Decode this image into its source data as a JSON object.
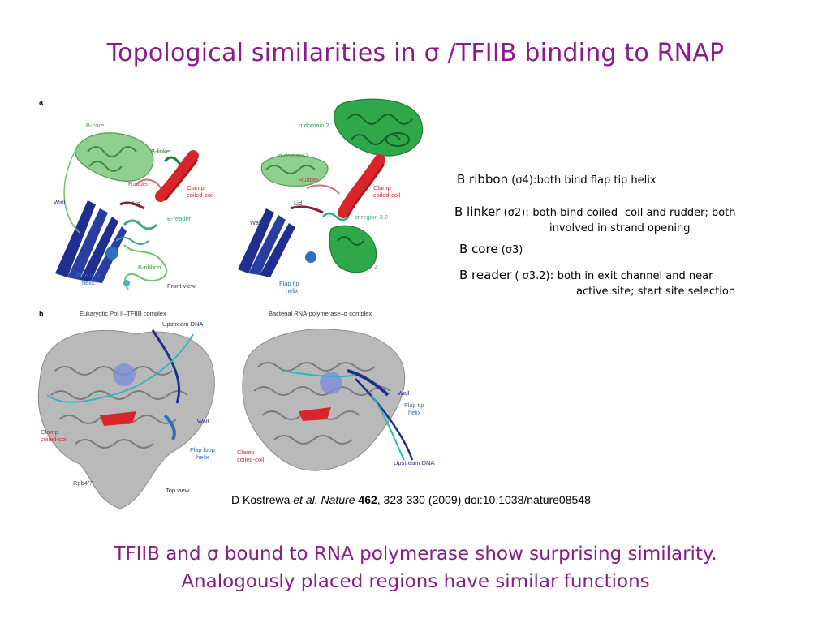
{
  "slide": {
    "title": "Topological similarities in σ /TFIIB binding to RNAP",
    "colors": {
      "title": "#8b1a8b",
      "clamp": "#d7262a",
      "b_domains": "#7ac47a",
      "wall": "#1f2f8f",
      "reader": "#3aa88c"
    }
  },
  "figure": {
    "panel_a": "a",
    "panel_b": "b",
    "a_left": {
      "b_core": "B-core",
      "b_linker": "B-linker",
      "rudder": "Rudder",
      "clamp": "Clamp",
      "coiled": "coiled-coil",
      "wall": "Wall",
      "lid": "Lid",
      "b_reader": "B-reader",
      "b_ribbon": "B-ribbon",
      "flap_loop": "Flap loop",
      "helix": "helix",
      "front_view": "Front view"
    },
    "a_right": {
      "sigma_domain2": "σ domain 2",
      "sigma_domain3": "σ domain 3",
      "rudder": "Rudder",
      "clamp": "Clamp",
      "coiled": "coiled-coil",
      "lid": "Lid",
      "wall": "Wall",
      "sigma_region32": "σ region 3.2",
      "sigma_domain4": "σ domain 4",
      "flap_tip": "Flap tip",
      "helix": "helix"
    },
    "b_left": {
      "title": "Eukaryotic Pol II–TFIIB complex",
      "upstream_dna": "Upstream DNA",
      "wall": "Wall",
      "clamp": "Clamp",
      "coiled": "coiled-coil",
      "flap_loop": "Flap loop",
      "helix": "helix",
      "rpb47": "Rpb4/7",
      "top_view": "Top view"
    },
    "b_right": {
      "title": "Bacterial RNA-polymerase–σ complex",
      "wall": "Wall",
      "flap_tip": "Flap tip",
      "helix": "helix",
      "clamp": "Clamp",
      "coiled": "coiled-coil",
      "upstream_dna": "Upstream DNA"
    }
  },
  "notes": [
    {
      "head": "B ribbon",
      "sub": " (σ4)",
      "colon": ":",
      "text": "both bind flap tip helix",
      "cont": ""
    },
    {
      "head": "B linker",
      "sub": " (σ2)",
      "colon": ": ",
      "text": "both bind coiled -coil and rudder; both",
      "cont": "involved in strand opening"
    },
    {
      "head": "B core",
      "sub": " (σ3)",
      "colon": "",
      "text": "",
      "cont": ""
    },
    {
      "head": "B reader",
      "sub": " ( σ3.2)",
      "colon": ": ",
      "text": "both in exit channel and near",
      "cont": "active site; start site selection"
    }
  ],
  "citation": {
    "author": "D Kostrewa ",
    "etal": "et al. Nature ",
    "volume": "462",
    "rest": ", 323-330 (2009) doi:10.1038/nature08548"
  },
  "summary": {
    "line1": "TFIIB and σ bound to RNA polymerase show surprising similarity.",
    "line2": "Analogously placed regions have similar functions"
  }
}
